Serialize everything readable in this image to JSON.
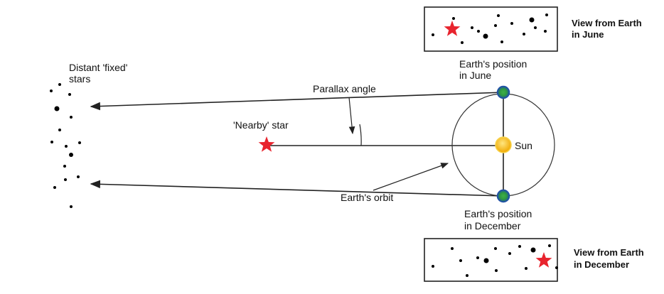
{
  "labels": {
    "distant_stars": [
      "Distant 'fixed'",
      "stars"
    ],
    "nearby_star": "'Nearby' star",
    "parallax_angle": "Parallax angle",
    "earth_orbit": "Earth's orbit",
    "sun": "Sun",
    "earth_june": [
      "Earth's position",
      "in June"
    ],
    "earth_december": [
      "Earth's position",
      "in December"
    ],
    "view_june": [
      "View from Earth",
      "in June"
    ],
    "view_december": [
      "View from Earth",
      "in December"
    ]
  },
  "colors": {
    "line": "#222222",
    "star_red": "#e8242e",
    "sun_fill": "#f5b800",
    "sun_edge": "#f7d24a",
    "earth_blue": "#1f4fa8",
    "earth_green": "#2e9b3f",
    "dot": "#000000"
  },
  "icons": {
    "nearby_star": "red-star-icon",
    "sun": "sun-icon",
    "earth": "earth-icon"
  }
}
